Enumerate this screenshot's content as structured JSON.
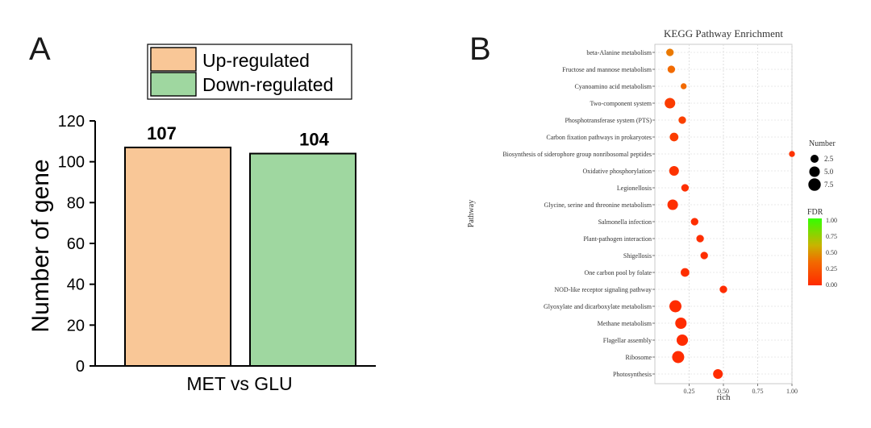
{
  "panel_a": {
    "label": "A",
    "legend": [
      {
        "name": "Up-regulated",
        "color": "#f9c797"
      },
      {
        "name": "Down-regulated",
        "color": "#9fd7a0"
      }
    ]
  },
  "panel_b": {
    "label": "B",
    "size_legend": {
      "title": "Number",
      "items": [
        {
          "label": "2.5",
          "value": 2.5
        },
        {
          "label": "5.0",
          "value": 5.0
        },
        {
          "label": "7.5",
          "value": 7.5
        }
      ]
    },
    "color_legend": {
      "title": "FDR",
      "ticks": [
        "1.00",
        "0.75",
        "0.50",
        "0.25",
        "0.00"
      ],
      "colors": {
        "low": "#ff2a00",
        "high": "#33ff00"
      }
    }
  },
  "chart_data": [
    {
      "type": "bar",
      "title": "",
      "xlabel": "",
      "ylabel": "Number of gene",
      "categories": [
        "MET vs GLU"
      ],
      "series": [
        {
          "name": "Up-regulated",
          "values": [
            107
          ]
        },
        {
          "name": "Down-regulated",
          "values": [
            104
          ]
        }
      ],
      "value_labels": [
        "107",
        "104"
      ],
      "category_label": "MET vs GLU",
      "ylim": [
        0,
        120
      ],
      "yticks": [
        "0",
        "20",
        "40",
        "60",
        "80",
        "100",
        "120"
      ],
      "grid": false,
      "legend": "top"
    },
    {
      "type": "scatter",
      "title": "KEGG Pathway Enrichment",
      "xlabel": "rich",
      "ylabel": "Pathway",
      "xlim": [
        0,
        1
      ],
      "xticks": [
        "0.25",
        "0.50",
        "0.75",
        "1.00"
      ],
      "grid": true,
      "legend": "right",
      "points": [
        {
          "pathway": "beta-Alanine metabolism",
          "rich": 0.11,
          "number": 2,
          "fdr": 0.4
        },
        {
          "pathway": "Fructose and mannose metabolism",
          "rich": 0.12,
          "number": 2,
          "fdr": 0.35
        },
        {
          "pathway": "Cyanoamino acid metabolism",
          "rich": 0.21,
          "number": 1,
          "fdr": 0.35
        },
        {
          "pathway": "Two-component system",
          "rich": 0.11,
          "number": 5,
          "fdr": 0.1
        },
        {
          "pathway": "Phosphotransferase system (PTS)",
          "rich": 0.2,
          "number": 2,
          "fdr": 0.12
        },
        {
          "pathway": "Carbon fixation pathways in prokaryotes",
          "rich": 0.14,
          "number": 3,
          "fdr": 0.1
        },
        {
          "pathway": "Biosynthesis of siderophore group nonribosomal peptides",
          "rich": 1.0,
          "number": 1,
          "fdr": 0.05
        },
        {
          "pathway": "Oxidative phosphorylation",
          "rich": 0.14,
          "number": 4,
          "fdr": 0.05
        },
        {
          "pathway": "Legionellosis",
          "rich": 0.22,
          "number": 2,
          "fdr": 0.03
        },
        {
          "pathway": "Glycine, serine and threonine metabolism",
          "rich": 0.13,
          "number": 5,
          "fdr": 0.03
        },
        {
          "pathway": "Salmonella infection",
          "rich": 0.29,
          "number": 2,
          "fdr": 0.02
        },
        {
          "pathway": "Plant-pathogen interaction",
          "rich": 0.33,
          "number": 2,
          "fdr": 0.02
        },
        {
          "pathway": "Shigellosis",
          "rich": 0.36,
          "number": 2,
          "fdr": 0.02
        },
        {
          "pathway": "One carbon pool by folate",
          "rich": 0.22,
          "number": 3,
          "fdr": 0.02
        },
        {
          "pathway": "NOD-like receptor signaling pathway",
          "rich": 0.5,
          "number": 2,
          "fdr": 0.01
        },
        {
          "pathway": "Glyoxylate and dicarboxylate metabolism",
          "rich": 0.15,
          "number": 7,
          "fdr": 0.01
        },
        {
          "pathway": "Methane metabolism",
          "rich": 0.19,
          "number": 6,
          "fdr": 0.01
        },
        {
          "pathway": "Flagellar assembly",
          "rich": 0.2,
          "number": 6,
          "fdr": 0.01
        },
        {
          "pathway": "Ribosome",
          "rich": 0.17,
          "number": 7,
          "fdr": 0.01
        },
        {
          "pathway": "Photosynthesis",
          "rich": 0.46,
          "number": 4,
          "fdr": 0.01
        }
      ]
    }
  ]
}
